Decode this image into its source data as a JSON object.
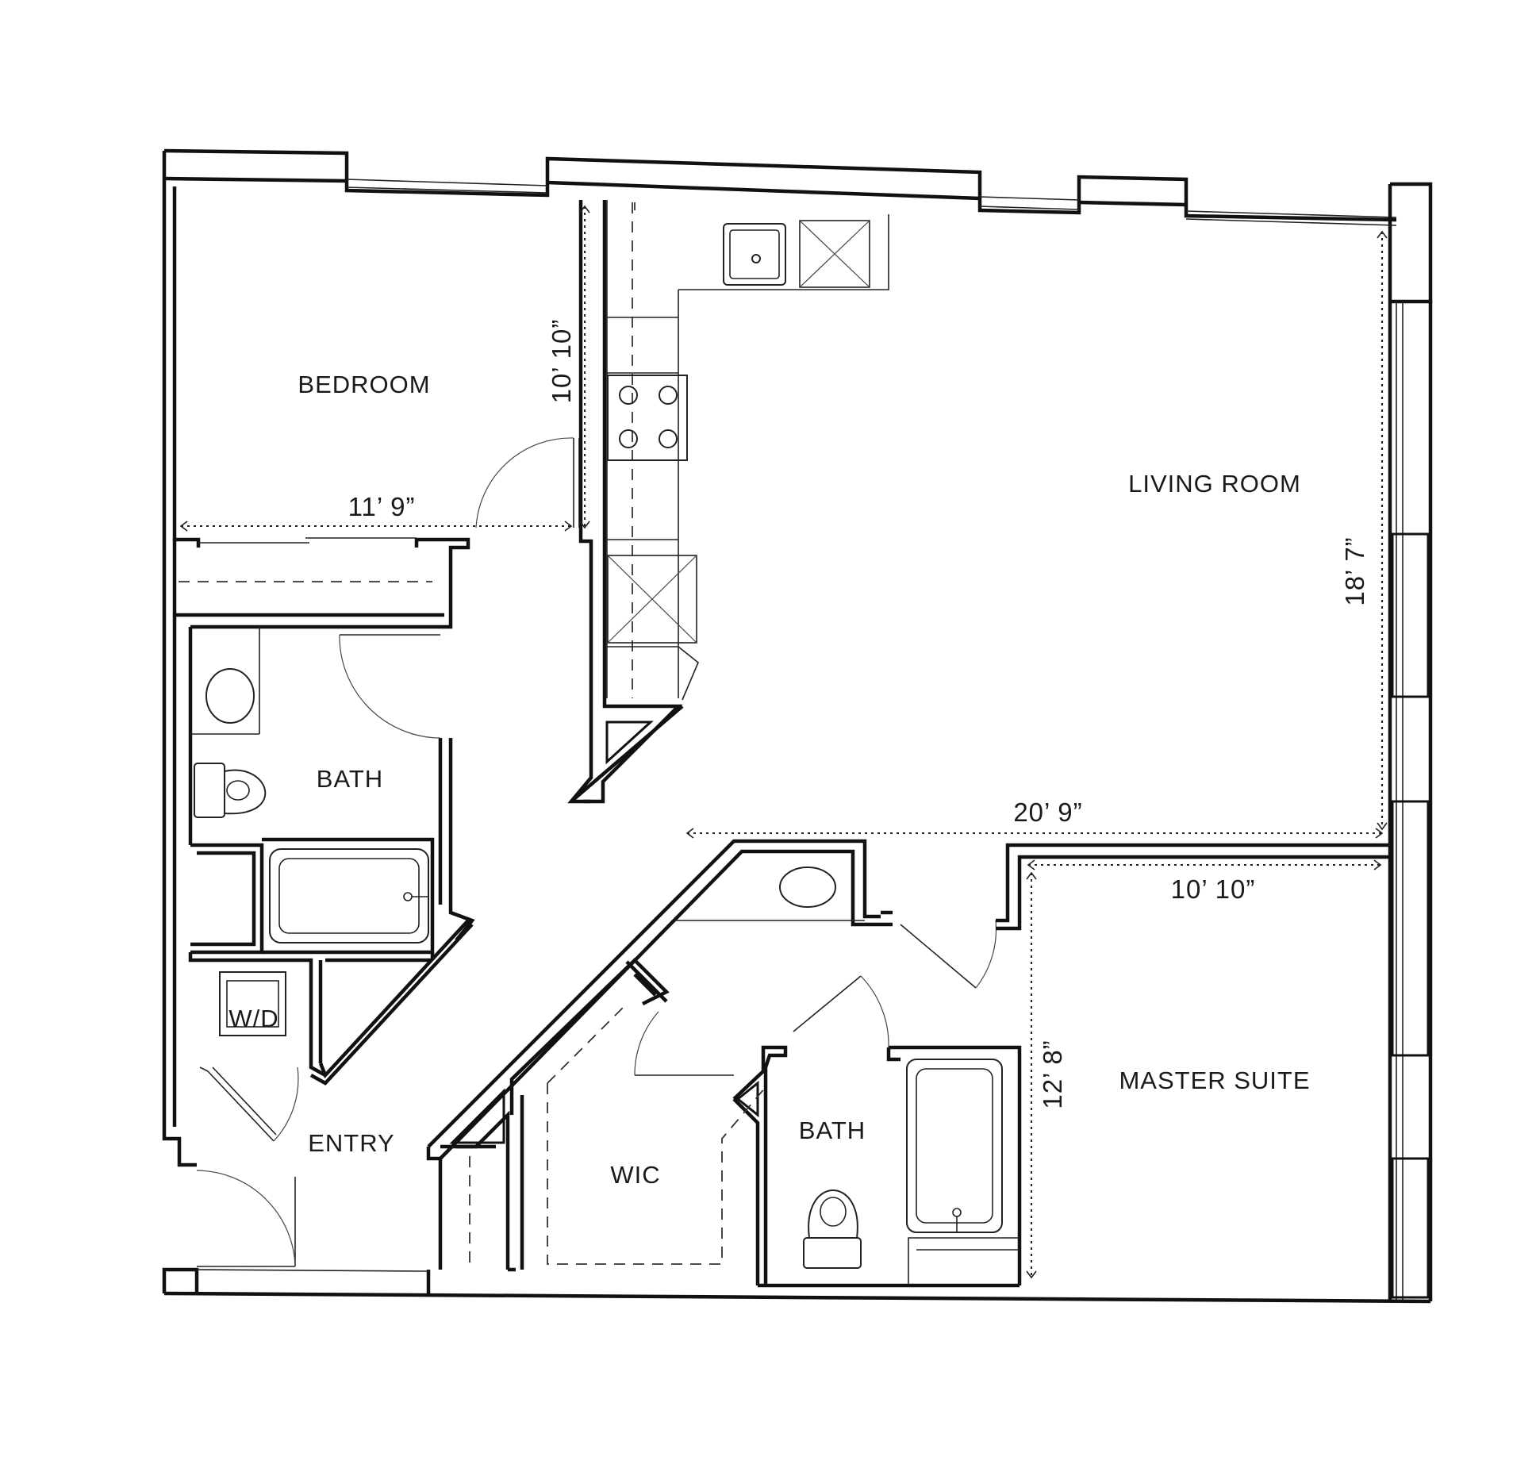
{
  "rooms": {
    "bedroom": "BEDROOM",
    "living_room": "LIVING ROOM",
    "bath_hall": "BATH",
    "wd": "W/D",
    "entry": "ENTRY",
    "wic": "WIC",
    "bath_master": "BATH",
    "master_suite": "MASTER SUITE"
  },
  "dimensions": {
    "bedroom_depth": "10’ 10”",
    "bedroom_width": "11’ 9”",
    "living_depth": "18’ 7”",
    "living_width": "20’ 9”",
    "master_width": "10’ 10”",
    "master_depth": "12’ 8”"
  }
}
